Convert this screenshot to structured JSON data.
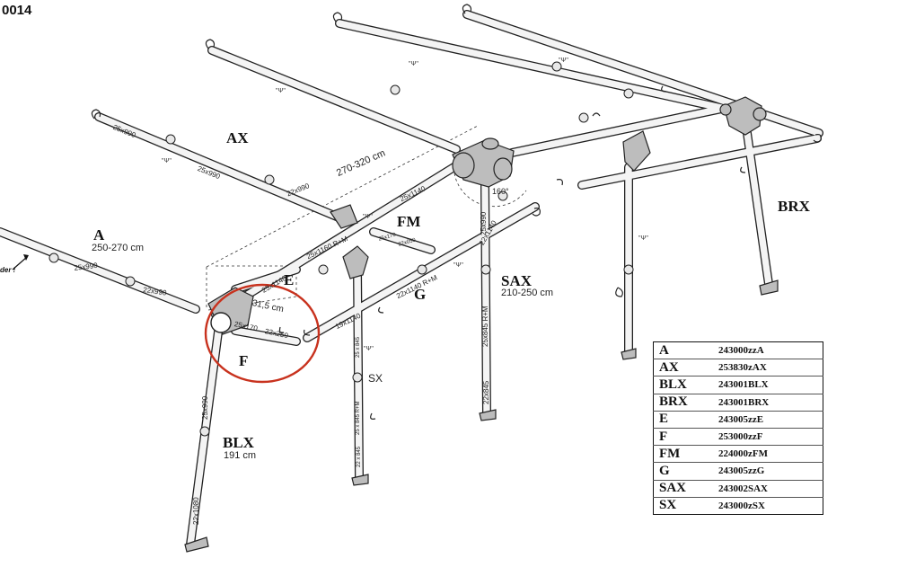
{
  "doc_code": "0014",
  "side_note": "der !",
  "labels": {
    "A": "A",
    "A_range": "250-270 cm",
    "AX": "AX",
    "BLX": "BLX",
    "BLX_size": "191 cm",
    "BRX": "BRX",
    "E": "E",
    "F": "F",
    "FM": "FM",
    "G": "G",
    "SAX": "SAX",
    "SAX_range": "210-250 cm",
    "SX": "SX",
    "ridge_range": "270-320 cm",
    "angle": "160°",
    "measure_f": "31,5 cm"
  },
  "part_numbers": {
    "a1": "25x990",
    "a2": "22x990",
    "ax1": "25x990",
    "ax2": "25x990",
    "ax3": "22x990",
    "ridge1": "25x1140",
    "ridge2": "25x1160 R+M",
    "e1": "25x1140",
    "fm1": "25x170",
    "fm2": "22x050",
    "f1": "25x170",
    "f2": "22x250",
    "g1": "19x1140",
    "g2": "22x1140 R+M",
    "g3": "22x1140",
    "sax1": "25x990",
    "sax2": "25x845 R+M",
    "sax3": "22x845",
    "blx1": "25x990",
    "blx2": "22x1080",
    "sx1": "25 x 845 R+M",
    "sx2": "22 x 845",
    "sx3": "25 x 845"
  },
  "psi_marks": [
    "\"Ψ\"",
    "\"Ψ\"",
    "\"Ψ\"",
    "\"Ψ\"",
    "\"Ψ\"",
    "\"Ψ\"",
    "\"Ψ\"",
    "\"Ψ\""
  ],
  "highlight_color": "#c8321e",
  "parts_table": [
    {
      "code": "A",
      "ref": "243000zzA"
    },
    {
      "code": "AX",
      "ref": "253830zAX"
    },
    {
      "code": "BLX",
      "ref": "243001BLX"
    },
    {
      "code": "BRX",
      "ref": "243001BRX"
    },
    {
      "code": "E",
      "ref": "243005zzE"
    },
    {
      "code": "F",
      "ref": "253000zzF"
    },
    {
      "code": "FM",
      "ref": "224000zFM"
    },
    {
      "code": "G",
      "ref": "243005zzG"
    },
    {
      "code": "SAX",
      "ref": "243002SAX"
    },
    {
      "code": "SX",
      "ref": "243000zSX"
    }
  ]
}
